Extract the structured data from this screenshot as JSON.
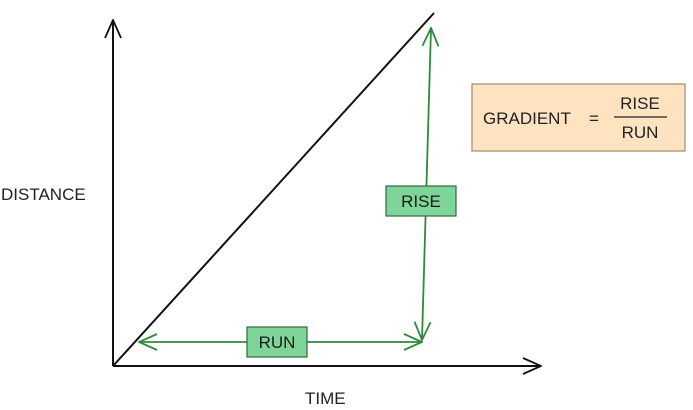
{
  "axes": {
    "y_label": "DISTANCE",
    "x_label": "TIME"
  },
  "labels": {
    "run": "RUN",
    "rise": "RISE"
  },
  "formula": {
    "lhs": "GRADIENT",
    "equals": "=",
    "numerator": "RISE",
    "denominator": "RUN"
  },
  "colors": {
    "axis": "#111111",
    "graph_line": "#111111",
    "arrow": "#2e8b3a",
    "label_fill": "#7fd49a",
    "label_stroke": "#2e6b3a",
    "formula_fill": "#fde3c0",
    "formula_stroke": "#9a8a70"
  }
}
